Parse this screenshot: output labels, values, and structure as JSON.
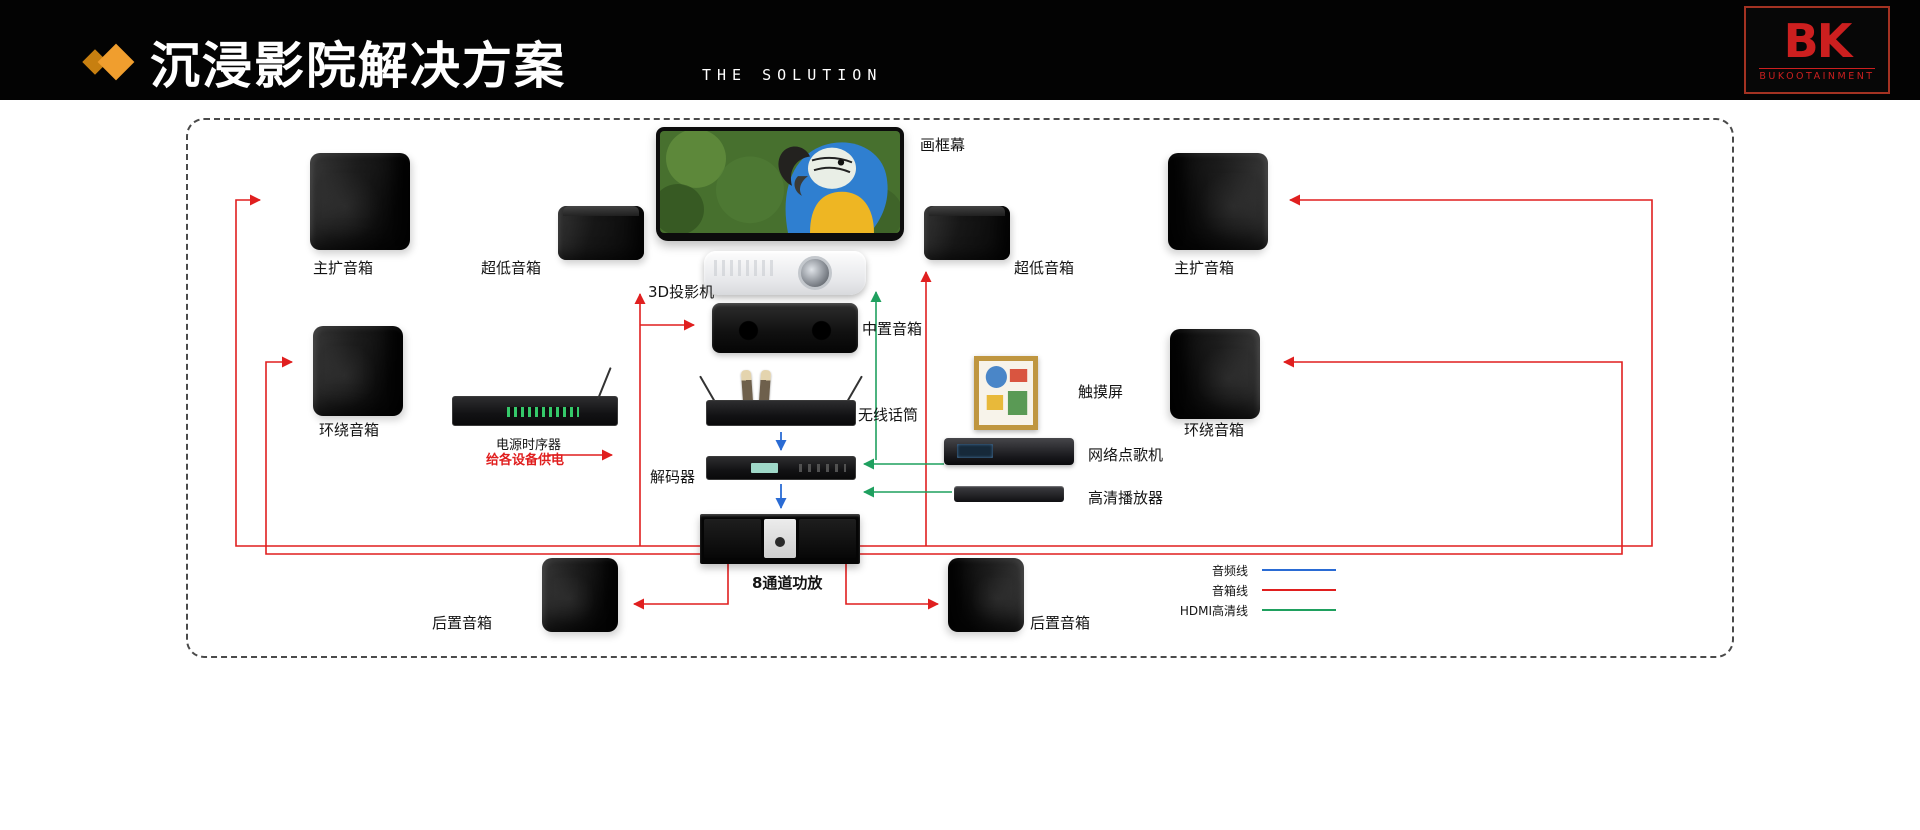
{
  "header": {
    "title": "沉浸影院解决方案",
    "subtitle": "THE SOLUTION",
    "logo_text": "BK",
    "logo_caption": "BUKOOTAINMENT"
  },
  "diagram": {
    "devices": {
      "screen_label": "画框幕",
      "projector_label": "3D投影机",
      "center_speaker_label": "中置音箱",
      "wireless_mic_label": "无线话筒",
      "decoder_label": "解码器",
      "amplifier_label": "8通道功放",
      "main_speaker_left_label": "主扩音箱",
      "subwoofer_left_label": "超低音箱",
      "surround_left_label": "环绕音箱",
      "subwoofer_right_label": "超低音箱",
      "main_speaker_right_label": "主扩音箱",
      "surround_right_label": "环绕音箱",
      "power_sequencer_label": "电源时序器",
      "power_note_label": "给各设备供电",
      "touch_screen_label": "触摸屏",
      "karaoke_label": "网络点歌机",
      "hd_player_label": "高清播放器",
      "rear_left_label": "后置音箱",
      "rear_right_label": "后置音箱"
    },
    "legend": [
      {
        "label": "音频线",
        "color": "#2a6bd4"
      },
      {
        "label": "音箱线",
        "color": "#e01f1f"
      },
      {
        "label": "HDMI高清线",
        "color": "#1fa05f"
      }
    ]
  },
  "colors": {
    "accent_orange": "#f09e2e",
    "logo_red": "#cc1f1f",
    "line_red": "#e01f1f",
    "line_green": "#1fa05f",
    "line_blue": "#2a6bd4"
  }
}
